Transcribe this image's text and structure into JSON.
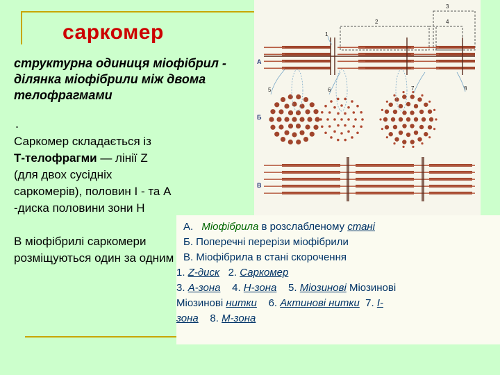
{
  "title": "саркомер",
  "definition": "структурна одиниця міофібрил - ділянка міофібрили між двома телофрагмами",
  "dot": ".",
  "description": {
    "line1": "Саркомер  складається із",
    "bold": "Т-телофрагми",
    "line2_rest": " — лінії Z",
    "line3": "(для двох сусідніх",
    "line4": "саркомерів), половин І - та А",
    "line5": "-диска половини зони Н"
  },
  "bottom_text": "В міофібрилі саркомери розміщуються один за одним",
  "figure": {
    "row_labels": [
      "А",
      "Б",
      "В"
    ],
    "numbers": [
      "1",
      "2",
      "3",
      "4",
      "5",
      "6",
      "7",
      "8"
    ]
  },
  "legend": {
    "a_prefix": "А.",
    "a_text": "Міофібрила",
    "a_mid": " в розслабленому ",
    "a_link": "стані",
    "b": "Б. Поперечні перерізи міофібрили",
    "c": "В.  Міофібрила  в стані скорочення",
    "l1_n1": "1.",
    "l1_t1": "Z-диск",
    "l1_n2": "2.",
    "l1_t2": "Саркомер",
    "l2_n3": "3.",
    "l2_t3": "А-зона",
    "l2_n4": "4.",
    "l2_t4": "Н-зона",
    "l2_n5": "5.",
    "l2_t5": "Міозинові",
    "l2_t5b": "Міозинові",
    "l3_t5c": "Міозинові",
    "l3_t5d": "нитки",
    "l3_n6": "6.",
    "l3_t6": "Актинові нитки",
    "l3_n7": "7.",
    "l3_t7": "І-",
    "l4_t7b": "зона",
    "l4_n8": "8.",
    "l4_t8": "М-зона"
  }
}
